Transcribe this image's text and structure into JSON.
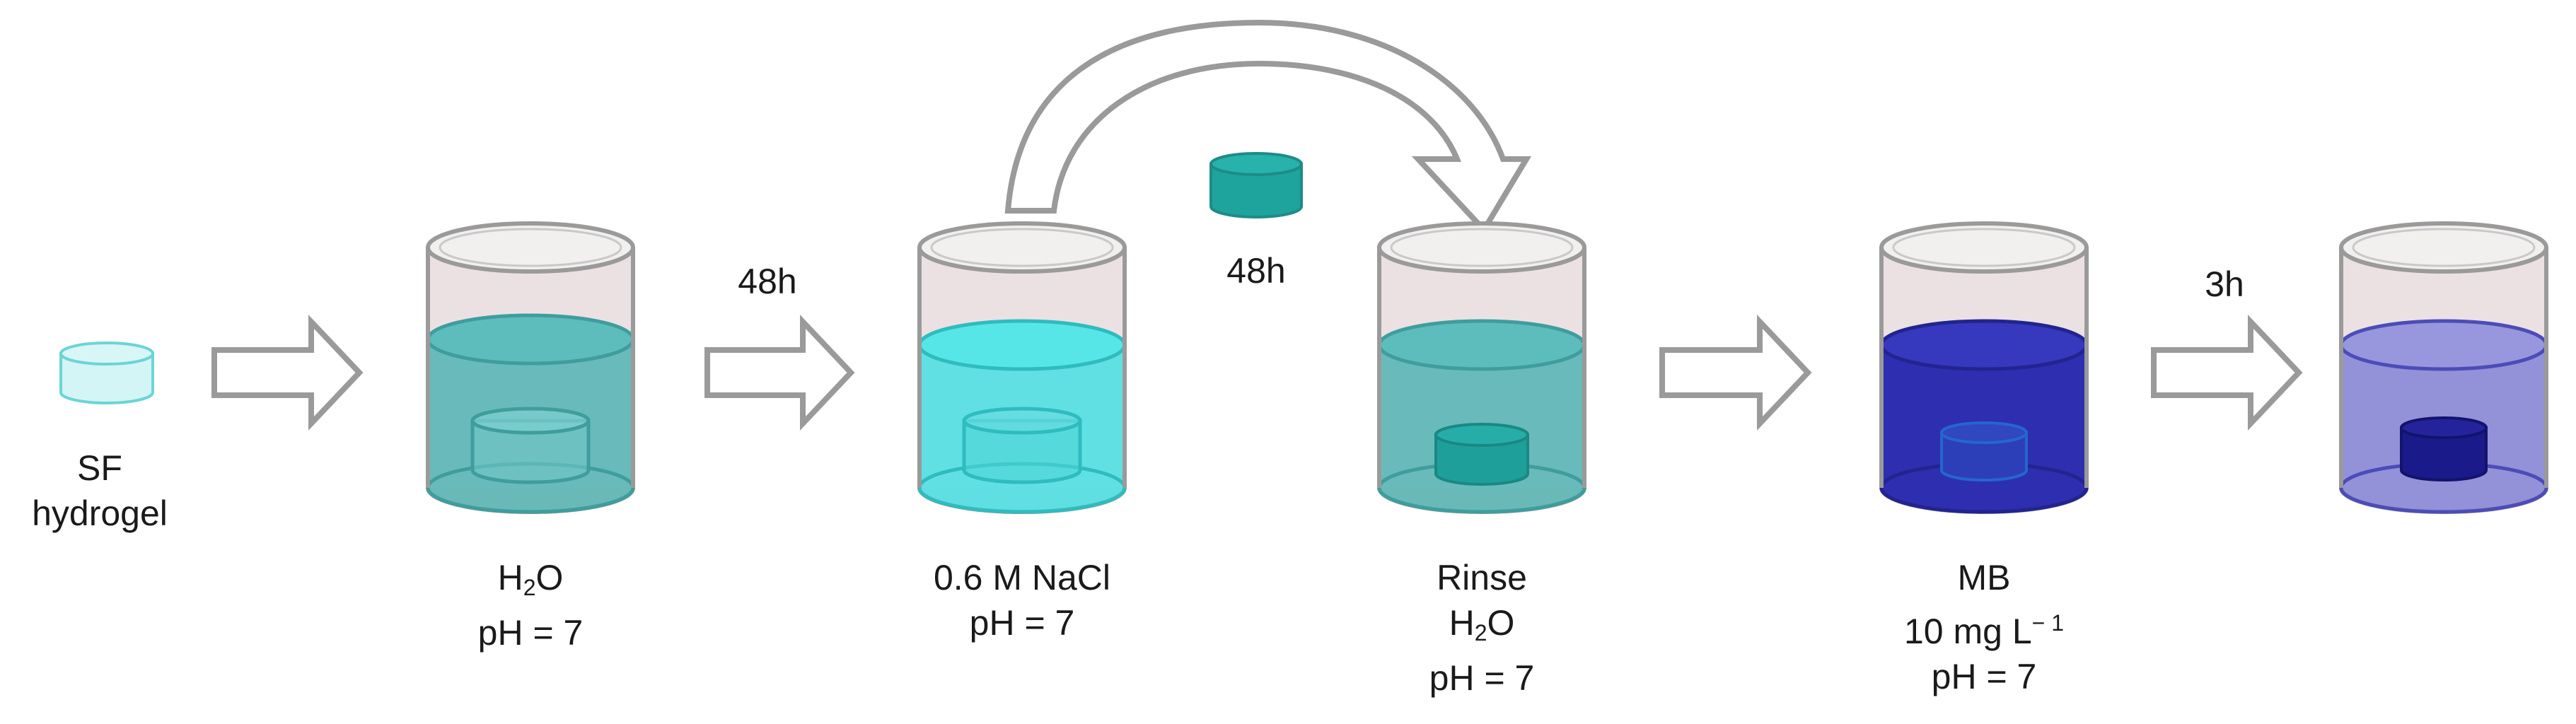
{
  "hydrogel": {
    "line1": "SF",
    "line2": "hydrogel"
  },
  "steps": [
    {
      "label": {
        "pre": "H",
        "sub": "2",
        "post": "O"
      },
      "ph": "pH = 7"
    },
    {
      "label": "0.6 M NaCl",
      "ph": "pH = 7"
    },
    {
      "label": "Rinse",
      "sub_label": {
        "pre": "H",
        "sub": "2",
        "post": "O"
      },
      "ph": "pH = 7"
    },
    {
      "label": "MB",
      "conc": {
        "pre": "10 mg L",
        "sup": "− 1"
      },
      "ph": "pH = 7"
    }
  ],
  "times": {
    "t1": "48h",
    "t2": "48h",
    "t3": "3h"
  },
  "colors": {
    "outline": "#9a9a9a",
    "glass": "#ebe1e3",
    "water": "#52b3b3",
    "nacl": "#3fe0e3",
    "mb": "#2d2fb0",
    "mb_faded": "#8a88d6",
    "gel_clear": "#7fd6d9",
    "gel_dark": "#1f9f99",
    "gel_blue": "#1b1a8a"
  }
}
